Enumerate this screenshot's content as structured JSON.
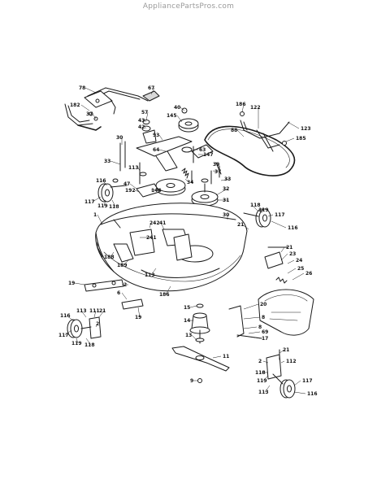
{
  "site": {
    "watermark": "AppliancePartsPros.com"
  },
  "callouts": [
    {
      "id": "c78",
      "label": "78"
    },
    {
      "id": "c182",
      "label": "182"
    },
    {
      "id": "c37a",
      "label": "37"
    },
    {
      "id": "c67",
      "label": "67"
    },
    {
      "id": "c40",
      "label": "40"
    },
    {
      "id": "c57",
      "label": "57"
    },
    {
      "id": "c43",
      "label": "43"
    },
    {
      "id": "c145",
      "label": "145"
    },
    {
      "id": "c42",
      "label": "42"
    },
    {
      "id": "c30",
      "label": "30"
    },
    {
      "id": "c93",
      "label": "93"
    },
    {
      "id": "c64",
      "label": "64"
    },
    {
      "id": "c186",
      "label": "186"
    },
    {
      "id": "c122",
      "label": "122"
    },
    {
      "id": "c88",
      "label": "88"
    },
    {
      "id": "c123",
      "label": "123"
    },
    {
      "id": "c185",
      "label": "185"
    },
    {
      "id": "c63",
      "label": "63"
    },
    {
      "id": "c147",
      "label": "147"
    },
    {
      "id": "c39",
      "label": "39"
    },
    {
      "id": "c37b",
      "label": "37"
    },
    {
      "id": "c33a",
      "label": "33"
    },
    {
      "id": "c113a",
      "label": "113"
    },
    {
      "id": "c116a",
      "label": "116"
    },
    {
      "id": "c117a",
      "label": "117"
    },
    {
      "id": "c119a",
      "label": "119"
    },
    {
      "id": "c118a",
      "label": "118"
    },
    {
      "id": "c47",
      "label": "47"
    },
    {
      "id": "c192",
      "label": "192"
    },
    {
      "id": "c144",
      "label": "144"
    },
    {
      "id": "c34",
      "label": "34"
    },
    {
      "id": "c33b",
      "label": "33"
    },
    {
      "id": "c32",
      "label": "32"
    },
    {
      "id": "c31",
      "label": "31"
    },
    {
      "id": "c118b",
      "label": "118"
    },
    {
      "id": "c117b",
      "label": "117"
    },
    {
      "id": "c119b",
      "label": "119"
    },
    {
      "id": "c116b",
      "label": "116"
    },
    {
      "id": "c1",
      "label": "1"
    },
    {
      "id": "c30b",
      "label": "30"
    },
    {
      "id": "c21a",
      "label": "21"
    },
    {
      "id": "c21b",
      "label": "21"
    },
    {
      "id": "c23",
      "label": "23"
    },
    {
      "id": "c41",
      "label": "41"
    },
    {
      "id": "c242",
      "label": "242"
    },
    {
      "id": "c241",
      "label": "241"
    },
    {
      "id": "c188",
      "label": "188"
    },
    {
      "id": "c189",
      "label": "189"
    },
    {
      "id": "c113b",
      "label": "113"
    },
    {
      "id": "c24",
      "label": "24"
    },
    {
      "id": "c25",
      "label": "25"
    },
    {
      "id": "c26",
      "label": "26"
    },
    {
      "id": "c19a",
      "label": "19"
    },
    {
      "id": "c2a",
      "label": "2"
    },
    {
      "id": "c6",
      "label": "6"
    },
    {
      "id": "c186b",
      "label": "186"
    },
    {
      "id": "c19b",
      "label": "19"
    },
    {
      "id": "c15",
      "label": "15"
    },
    {
      "id": "c14",
      "label": "14"
    },
    {
      "id": "c20",
      "label": "20"
    },
    {
      "id": "c8",
      "label": "8"
    },
    {
      "id": "c13",
      "label": "13"
    },
    {
      "id": "c8b",
      "label": "8"
    },
    {
      "id": "c116c",
      "label": "116"
    },
    {
      "id": "c113c",
      "label": "113"
    },
    {
      "id": "c111",
      "label": "111"
    },
    {
      "id": "c21c",
      "label": "21"
    },
    {
      "id": "c2b",
      "label": "2"
    },
    {
      "id": "c117c",
      "label": "117"
    },
    {
      "id": "c119c",
      "label": "119"
    },
    {
      "id": "c118c",
      "label": "118"
    },
    {
      "id": "c11",
      "label": "11"
    },
    {
      "id": "c69",
      "label": "69"
    },
    {
      "id": "c17",
      "label": "17"
    },
    {
      "id": "c9",
      "label": "9"
    },
    {
      "id": "c21d",
      "label": "21"
    },
    {
      "id": "c2c",
      "label": "2"
    },
    {
      "id": "c112",
      "label": "112"
    },
    {
      "id": "c118d",
      "label": "118"
    },
    {
      "id": "c119d",
      "label": "119"
    },
    {
      "id": "c113d",
      "label": "113"
    },
    {
      "id": "c117d",
      "label": "117"
    },
    {
      "id": "c116d",
      "label": "116"
    }
  ]
}
